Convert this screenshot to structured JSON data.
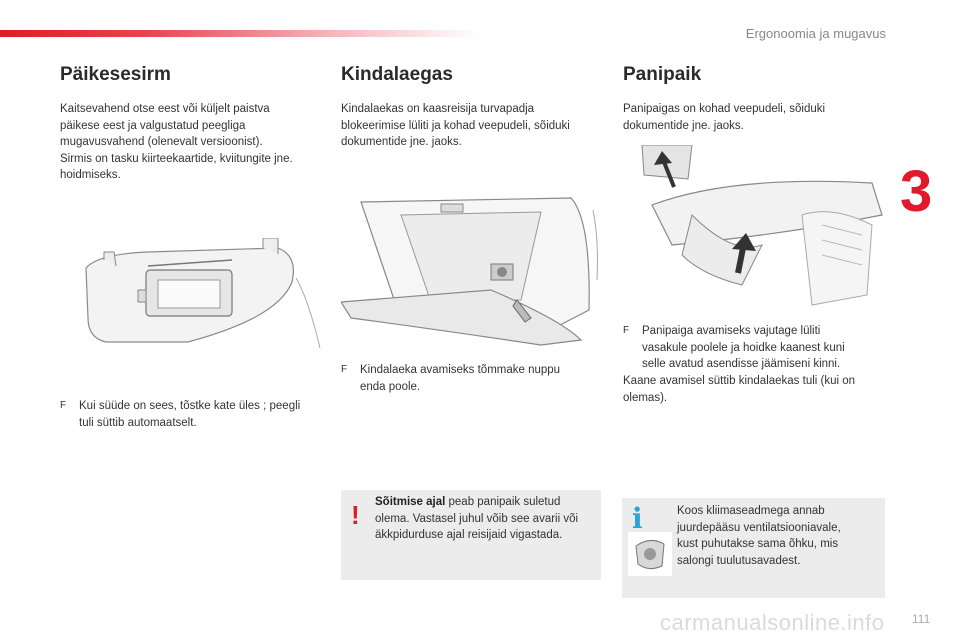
{
  "header": {
    "chapter_title": "Ergonoomia ja mugavus",
    "chapter_number": "3",
    "page_number": "111"
  },
  "sun_visor": {
    "title": "Päikesesirm",
    "intro": [
      "Kaitsevahend otse eest või küljelt paistva",
      "päikese eest ja valgustatud peegliga",
      "mugavusvahend (olenevalt versioonist).",
      "Sirmis on tasku kiirteekaartide, kviitungite jne.",
      "hoidmiseks."
    ],
    "bullet": [
      "Kui süüde on sees, tõstke kate üles ; peegli",
      "tuli süttib automaatselt."
    ]
  },
  "glovebox": {
    "title": "Kindalaegas",
    "intro": [
      "Kindalaekas on kaasreisija turvapadja",
      "blokeerimise lüliti ja kohad veepudeli, sõiduki",
      "dokumentide jne. jaoks."
    ],
    "bullet": [
      "Kindalaeka avamiseks tõmmake nuppu",
      "enda poole."
    ],
    "warning_bold": "Sõitmise ajal",
    "warning_rest": " peab panipaik suletud",
    "warning_lines": [
      "olema. Vastasel juhul võib see avarii või",
      "äkkpidurduse ajal reisijaid vigastada."
    ]
  },
  "storage": {
    "title": "Panipaik",
    "intro": [
      "Panipaigas on kohad veepudeli, sõiduki",
      "dokumentide jne. jaoks."
    ],
    "bullet": [
      "Panipaiga avamiseks vajutage lüliti",
      "vasakule poolele ja hoidke kaanest kuni",
      "selle avatud asendisse jäämiseni kinni."
    ],
    "note": [
      "Kaane avamisel süttib kindalaekas tuli (kui on",
      "olemas)."
    ],
    "info": [
      "Koos kliimaseadmega annab",
      "juurdepääsu ventilatsiooniavale,",
      "kust puhutakse sama õhku, mis",
      "salongi tuulutusavadest."
    ]
  },
  "bullet_symbol": "F",
  "warning_symbol": "!",
  "info_symbol": "i",
  "watermark": "carmanualsonline.info",
  "colors": {
    "accent_red": "#e01a2a",
    "info_blue": "#2aa3d6",
    "box_grey": "#ececec"
  }
}
